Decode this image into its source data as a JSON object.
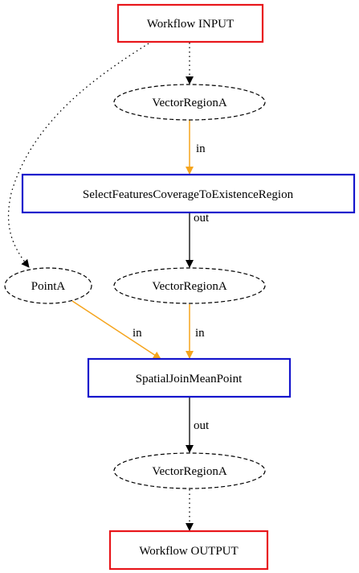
{
  "colors": {
    "workflow_box": "#e8161b",
    "process_box": "#1515cc",
    "data_edge": "#f5a41c",
    "flow_edge": "#000000",
    "background": "#ffffff"
  },
  "nodes": {
    "workflow_input": {
      "label": "Workflow INPUT",
      "shape": "box"
    },
    "vector_region_a_1": {
      "label": "VectorRegionA",
      "shape": "dashed-ellipse"
    },
    "select_features": {
      "label": "SelectFeaturesCoverageToExistenceRegion",
      "shape": "box"
    },
    "point_a": {
      "label": "PointA",
      "shape": "dashed-ellipse"
    },
    "vector_region_a_2": {
      "label": "VectorRegionA",
      "shape": "dashed-ellipse"
    },
    "spatial_join": {
      "label": "SpatialJoinMeanPoint",
      "shape": "box"
    },
    "vector_region_a_3": {
      "label": "VectorRegionA",
      "shape": "dashed-ellipse"
    },
    "workflow_output": {
      "label": "Workflow OUTPUT",
      "shape": "box"
    }
  },
  "edges": [
    {
      "from": "workflow_input",
      "to": "vector_region_a_1",
      "label": "",
      "style": "dotted"
    },
    {
      "from": "workflow_input",
      "to": "point_a",
      "label": "",
      "style": "dotted"
    },
    {
      "from": "vector_region_a_1",
      "to": "select_features",
      "label": "in",
      "style": "solid-orange"
    },
    {
      "from": "select_features",
      "to": "vector_region_a_2",
      "label": "out",
      "style": "solid-black"
    },
    {
      "from": "point_a",
      "to": "spatial_join",
      "label": "in",
      "style": "solid-orange"
    },
    {
      "from": "vector_region_a_2",
      "to": "spatial_join",
      "label": "in",
      "style": "solid-orange"
    },
    {
      "from": "spatial_join",
      "to": "vector_region_a_3",
      "label": "out",
      "style": "solid-black"
    },
    {
      "from": "vector_region_a_3",
      "to": "workflow_output",
      "label": "",
      "style": "dotted"
    }
  ]
}
